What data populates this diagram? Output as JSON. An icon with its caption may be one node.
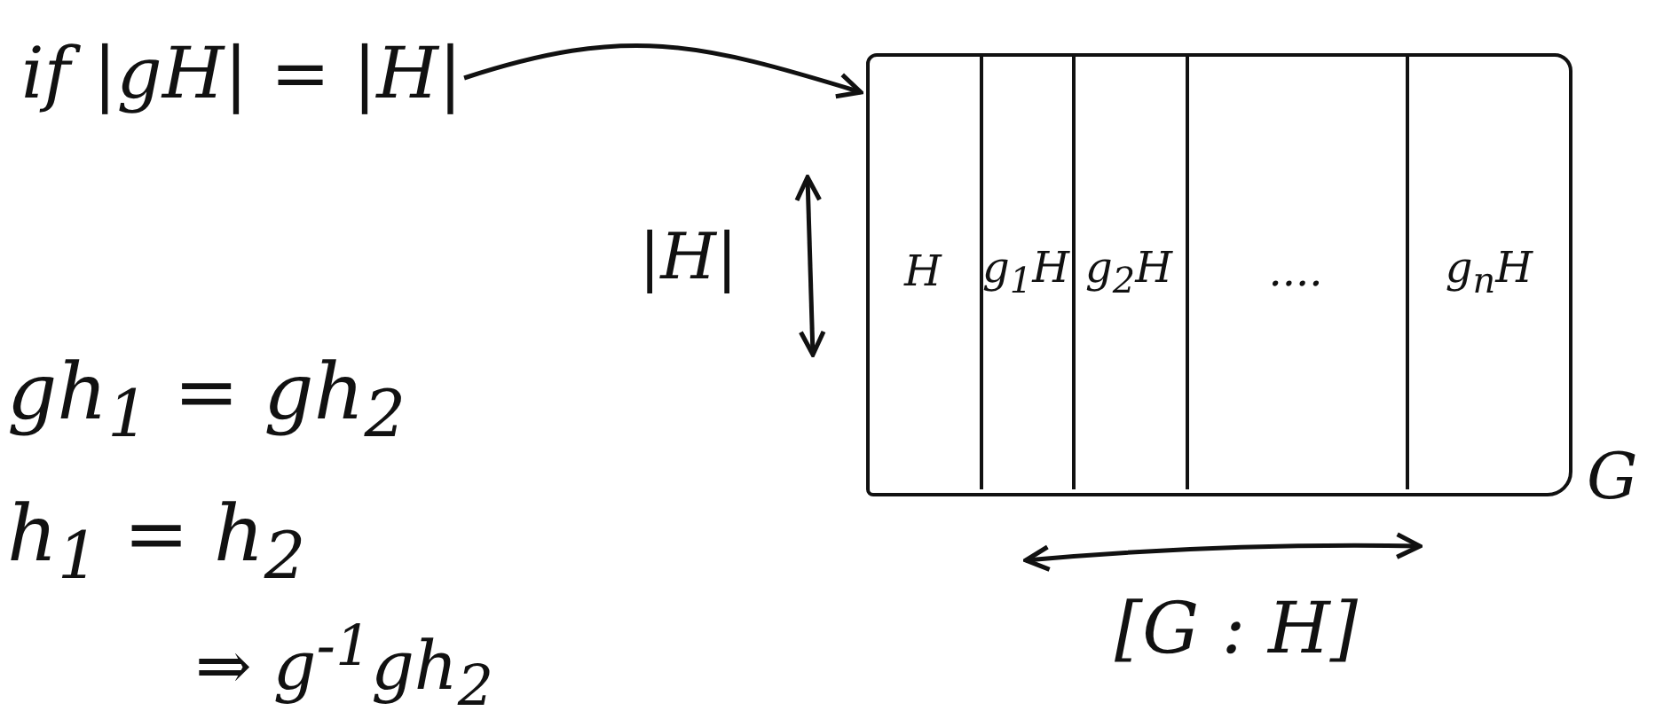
{
  "diagram": {
    "nodes": [
      {
        "text": [
          "if |gH| = |H|"
        ]
      },
      {
        "text": [
          "G"
        ]
      },
      {
        "text": [
          "H"
        ],
        "in": 1
      },
      {
        "text": [
          "g$_{1}$H"
        ],
        "in": 1
      },
      {
        "text": [
          "g$_{2}$H"
        ],
        "in": 1
      },
      {
        "text": [
          "...."
        ],
        "in": 1
      },
      {
        "text": [
          "g$_{n}$H"
        ],
        "in": 1
      }
    ],
    "edges": [
      {
        "from": 0,
        "to": 1,
        "arrow": "to"
      }
    ],
    "labels": [
      "|H|",
      "[G : H]",
      "gh$_{1}$ = gh$_{2}$",
      "h$_{1}$ = h$_{2}$",
      "⇒ g$^{-1}$gh$_{2}$"
    ]
  }
}
